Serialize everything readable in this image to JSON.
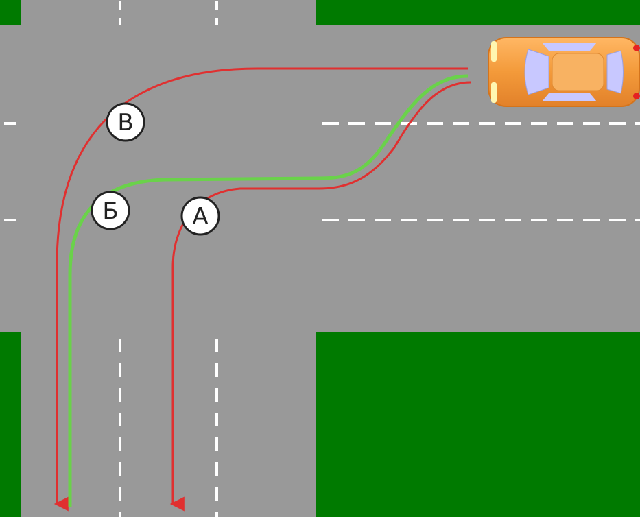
{
  "diagram": {
    "colors": {
      "road": "#999999",
      "grass": "#007a00",
      "lane_marking": "#ffffff",
      "route_red": "#e03030",
      "route_green": "#6ad24a",
      "car_body": "#f39a3a",
      "car_glass": "#c8c8ff"
    },
    "routes": [
      {
        "id": "A",
        "label": "А",
        "color": "red"
      },
      {
        "id": "B",
        "label": "Б",
        "color": "green"
      },
      {
        "id": "V",
        "label": "В",
        "color": "red"
      }
    ],
    "car": {
      "icon": "car-icon",
      "color": "orange",
      "facing": "left"
    }
  }
}
